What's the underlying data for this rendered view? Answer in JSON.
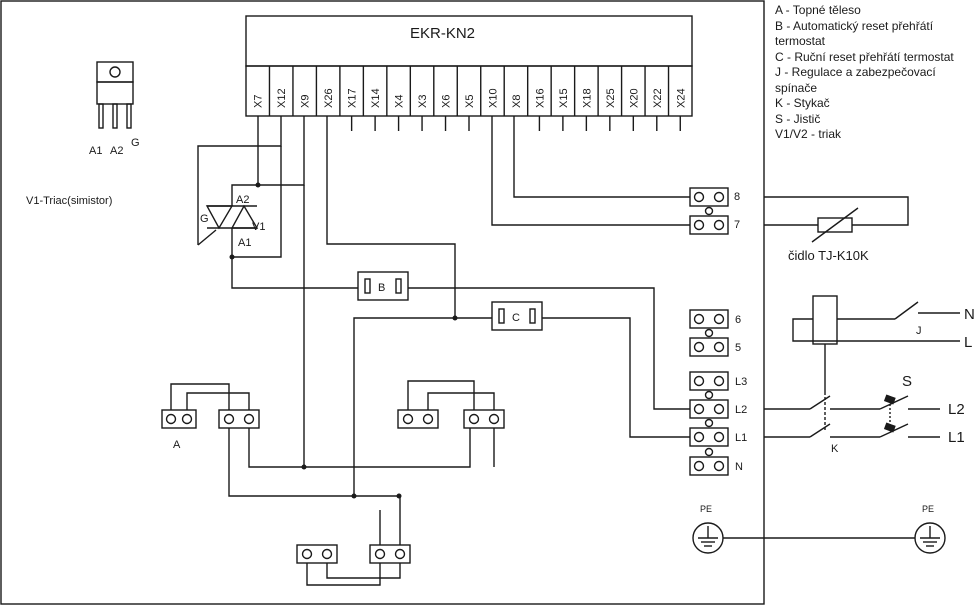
{
  "controller": {
    "title": "EKR-KN2",
    "terminals": [
      "X7",
      "X12",
      "X9",
      "X26",
      "X17",
      "X14",
      "X4",
      "X3",
      "X6",
      "X5",
      "X10",
      "X8",
      "X16",
      "X15",
      "X18",
      "X25",
      "X20",
      "X22",
      "X24"
    ]
  },
  "legend": [
    "A - Topné těleso",
    "B - Automatický reset přehřátí termostat",
    "C - Ruční reset přehřátí termostat",
    "J - Regulace a zabezpečovací spínače",
    "K - Stykač",
    "S - Jistič",
    "V1/V2 - triak"
  ],
  "triac_package": {
    "pins": [
      "A1",
      "A2",
      "G"
    ],
    "caption": "V1-Triac(simistor)"
  },
  "triac_symbol": {
    "g": "G",
    "a2": "A2",
    "a1": "A1",
    "name": "V1"
  },
  "thermostat_b": "B",
  "thermostat_c": "C",
  "heater_label": "A",
  "terminal_block": {
    "sensor_terms": [
      "8",
      "7"
    ],
    "aux_terms": [
      "6",
      "5"
    ],
    "power_terms": [
      "L3",
      "L2",
      "L1",
      "N"
    ]
  },
  "sensor": "čidlo TJ-K10K",
  "supply": {
    "n": "N",
    "l": "L",
    "l2": "L2",
    "l1": "L1"
  },
  "switch_j": "J",
  "breaker_s": "S",
  "contactor_k": "K",
  "pe": [
    "PE",
    "PE"
  ]
}
